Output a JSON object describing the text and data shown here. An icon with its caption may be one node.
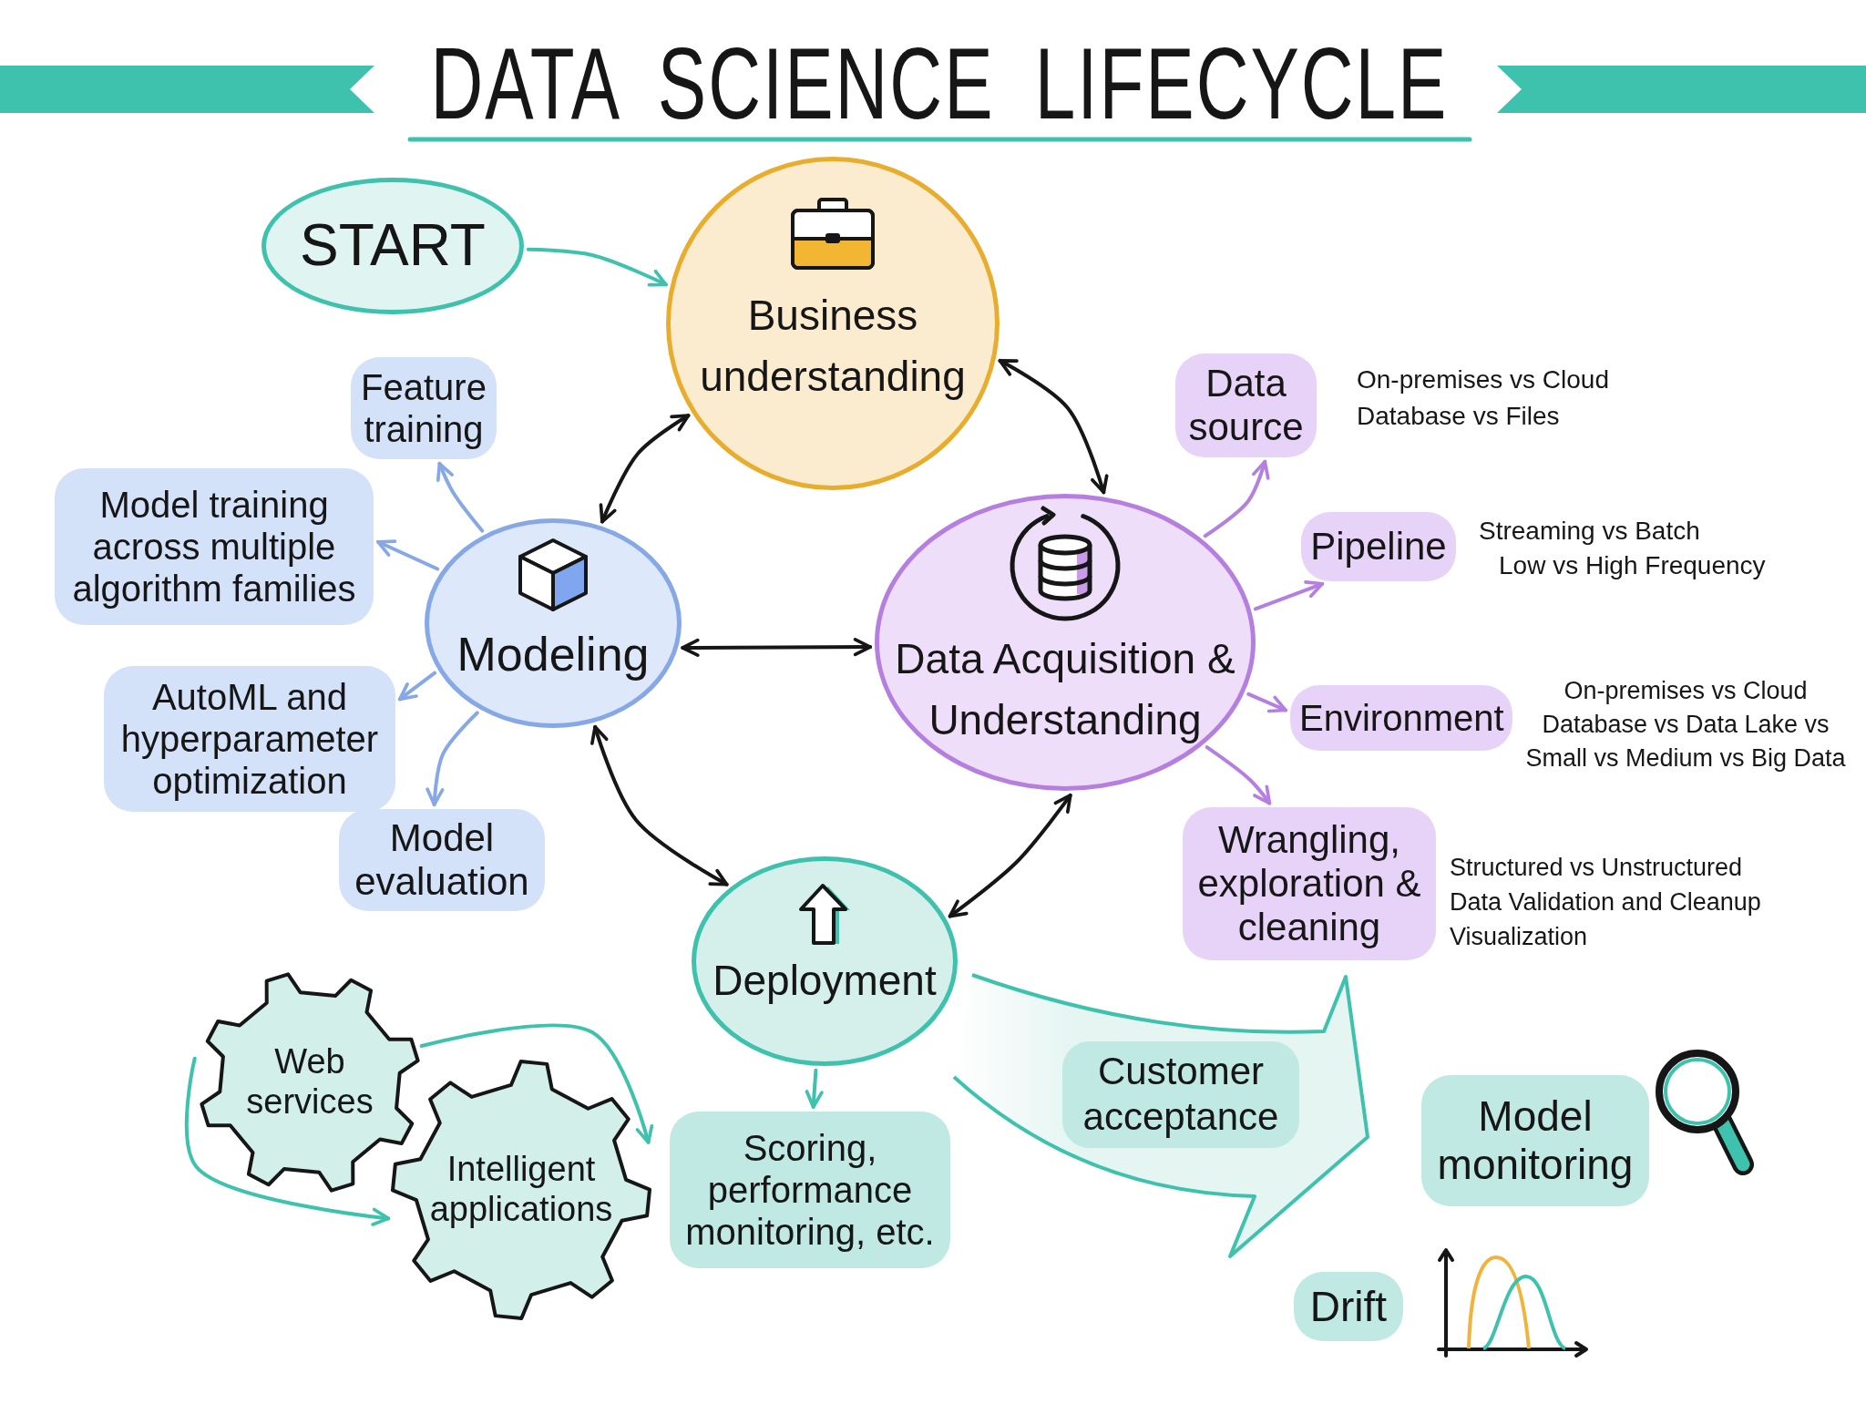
{
  "diagram": {
    "title": "DATA SCIENCE LIFECYCLE",
    "nodes": [
      {
        "text": [],
        "shape": "bar"
      },
      {
        "text": [],
        "shape": "bar"
      },
      {
        "text": [
          "START"
        ]
      },
      {
        "text": [
          "Business understanding"
        ]
      },
      {
        "text": [
          "Feature training"
        ]
      },
      {
        "text": [
          "Data source"
        ],
        "beside": [
          "On-premises vs Cloud",
          "Database vs Files"
        ]
      },
      {
        "text": [
          "Model training across multiple algorithm families"
        ]
      },
      {
        "text": [
          "Modeling"
        ]
      },
      {
        "text": [
          "Pipeline"
        ],
        "beside": [
          "Streaming vs Batch",
          "Low vs High Frequency"
        ]
      },
      {
        "text": [
          "Data Acquisition & Understanding"
        ]
      },
      {
        "text": [
          "AutoML and hyperparameter optimization"
        ]
      },
      {
        "text": [
          "Environment"
        ],
        "beside": [
          "On-premises vs Cloud",
          "Database vs Data Lake vs",
          "Small vs Medium vs Big Data"
        ]
      },
      {
        "text": [
          "Model evaluation"
        ]
      },
      {
        "text": [
          "Wrangling, exploration & cleaning"
        ],
        "beside": [
          "Structured vs Unstructured",
          "Data Validation and Cleanup",
          "Visualization"
        ]
      },
      {
        "text": [
          "Deployment"
        ]
      },
      {
        "text": [
          "Web services"
        ]
      },
      {
        "text": [
          "Customer acceptance"
        ]
      },
      {
        "text": [
          "Intelligent applications"
        ]
      },
      {
        "text": [
          "Scoring, performance monitoring, etc."
        ]
      },
      {
        "text": [
          "Model monitoring"
        ]
      },
      {
        "text": [
          "Drift"
        ]
      }
    ],
    "edges": [
      {
        "from": 2,
        "to": 3,
        "arrow": "to",
        "color": "#3ec2ae"
      },
      {
        "from": 3,
        "to": 9,
        "arrow": "both"
      },
      {
        "from": 3,
        "to": 7,
        "arrow": "both"
      },
      {
        "from": 7,
        "to": 9,
        "arrow": "both"
      },
      {
        "from": 7,
        "to": 14,
        "arrow": "both"
      },
      {
        "from": 9,
        "to": 14,
        "arrow": "both"
      },
      {
        "from": 7,
        "to": 4,
        "arrow": "to",
        "color": "#86a8e6"
      },
      {
        "from": 7,
        "to": 6,
        "arrow": "to",
        "color": "#86a8e6"
      },
      {
        "from": 7,
        "to": 10,
        "arrow": "to",
        "color": "#86a8e6"
      },
      {
        "from": 7,
        "to": 12,
        "arrow": "to",
        "color": "#86a8e6"
      },
      {
        "from": 9,
        "to": 5,
        "arrow": "to",
        "color": "#b57fe0"
      },
      {
        "from": 9,
        "to": 8,
        "arrow": "to",
        "color": "#b57fe0"
      },
      {
        "from": 9,
        "to": 11,
        "arrow": "to",
        "color": "#b57fe0"
      },
      {
        "from": 9,
        "to": 13,
        "arrow": "to",
        "color": "#b57fe0"
      },
      {
        "from": 14,
        "to": 18,
        "arrow": "to",
        "color": "#3ec2ae"
      },
      {
        "from": 15,
        "to": 17,
        "arrow": "to",
        "color": "#3ec2ae"
      },
      {
        "from": 15,
        "to": 17,
        "arrow": "to",
        "color": "#3ec2ae"
      }
    ]
  }
}
